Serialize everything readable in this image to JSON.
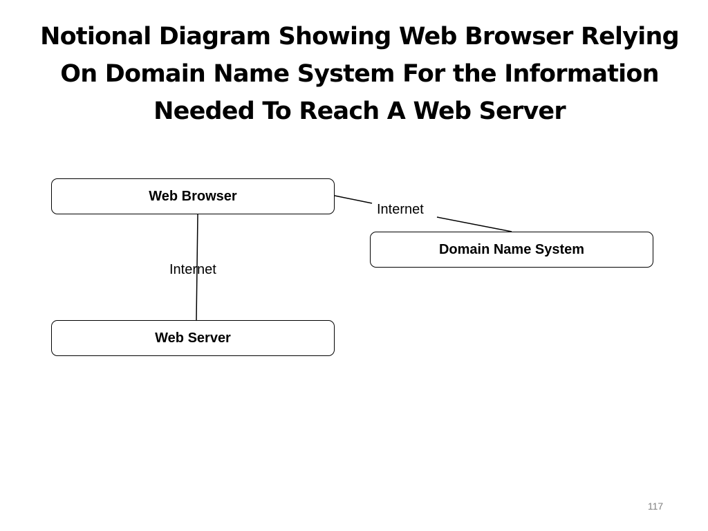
{
  "slide": {
    "title": "Notional Diagram Showing Web Browser Relying On Domain Name System For the Information Needed To Reach A Web Server",
    "page_number": "117"
  },
  "diagram": {
    "nodes": {
      "browser": "Web Browser",
      "dns": "Domain Name System",
      "server": "Web Server"
    },
    "edges": {
      "browser_to_dns": "Internet",
      "browser_to_server": "Internet"
    }
  }
}
